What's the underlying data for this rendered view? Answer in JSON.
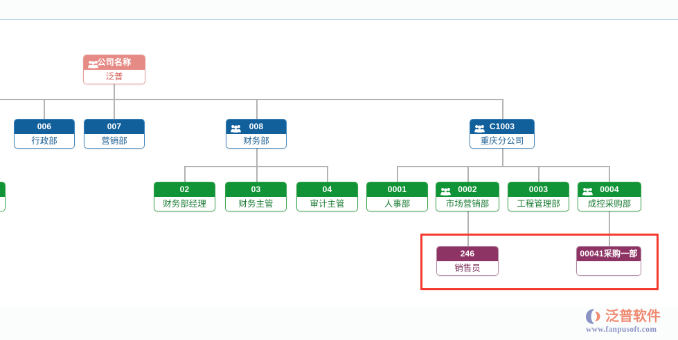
{
  "page": {
    "background_color": "#ffffff",
    "divider_color": "#a8cde4",
    "connector_color": "#b3b3b3"
  },
  "colors": {
    "root_header": "#e58a84",
    "root_border": "#e79a96",
    "dept_header": "#11609b",
    "dept_border": "#3f86bd",
    "sub_header": "#119437",
    "sub_border": "#36a34a",
    "leaf_header": "#8e3465",
    "leaf_border": "#b38aa5",
    "selection": "#f4392f"
  },
  "chart_data": {
    "type": "org-tree",
    "title": "",
    "nodes": [
      {
        "id": "root",
        "code": "公司名称",
        "name": "泛普",
        "level": 0,
        "variant": "red",
        "icon": "people-group-icon",
        "has_icon": true
      },
      {
        "id": "006",
        "code": "006",
        "name": "行政部",
        "level": 1,
        "variant": "blue",
        "icon": "",
        "has_icon": false
      },
      {
        "id": "007",
        "code": "007",
        "name": "营销部",
        "level": 1,
        "variant": "blue",
        "icon": "",
        "has_icon": false
      },
      {
        "id": "008",
        "code": "008",
        "name": "财务部",
        "level": 1,
        "variant": "blue",
        "icon": "people-group-icon",
        "has_icon": true
      },
      {
        "id": "C1003",
        "code": "C1003",
        "name": "重庆分公司",
        "level": 1,
        "variant": "blue",
        "icon": "people-group-icon",
        "has_icon": true
      },
      {
        "id": "02",
        "code": "02",
        "name": "财务部经理",
        "level": 2,
        "variant": "green",
        "icon": "",
        "has_icon": false
      },
      {
        "id": "03",
        "code": "03",
        "name": "财务主管",
        "level": 2,
        "variant": "green",
        "icon": "",
        "has_icon": false
      },
      {
        "id": "04",
        "code": "04",
        "name": "审计主管",
        "level": 2,
        "variant": "green",
        "icon": "",
        "has_icon": false
      },
      {
        "id": "0001",
        "code": "0001",
        "name": "人事部",
        "level": 2,
        "variant": "green",
        "icon": "",
        "has_icon": false
      },
      {
        "id": "0002",
        "code": "0002",
        "name": "市场营销部",
        "level": 2,
        "variant": "green",
        "icon": "people-group-icon",
        "has_icon": true
      },
      {
        "id": "0003",
        "code": "0003",
        "name": "工程管理部",
        "level": 2,
        "variant": "green",
        "icon": "",
        "has_icon": false
      },
      {
        "id": "0004",
        "code": "0004",
        "name": "成控采购部",
        "level": 2,
        "variant": "green",
        "icon": "people-group-icon",
        "has_icon": true
      },
      {
        "id": "246",
        "code": "246",
        "name": "销售员",
        "level": 3,
        "variant": "purple",
        "icon": "",
        "has_icon": false
      },
      {
        "id": "00041",
        "code": "00041采购一部",
        "name": "",
        "level": 3,
        "variant": "purple",
        "icon": "",
        "has_icon": false
      }
    ],
    "edges": [
      {
        "from": "root",
        "to": "006"
      },
      {
        "from": "root",
        "to": "007"
      },
      {
        "from": "root",
        "to": "008"
      },
      {
        "from": "root",
        "to": "C1003"
      },
      {
        "from": "008",
        "to": "02"
      },
      {
        "from": "008",
        "to": "03"
      },
      {
        "from": "008",
        "to": "04"
      },
      {
        "from": "C1003",
        "to": "0001"
      },
      {
        "from": "C1003",
        "to": "0002"
      },
      {
        "from": "C1003",
        "to": "0003"
      },
      {
        "from": "C1003",
        "to": "0004"
      },
      {
        "from": "0002",
        "to": "246"
      },
      {
        "from": "0004",
        "to": "00041"
      }
    ],
    "selection": {
      "label": "selected-region",
      "contains": [
        "246",
        "00041"
      ]
    }
  },
  "tree": {
    "root": {
      "code": "公司名称",
      "name": "泛普"
    },
    "row1": [
      {
        "code": "006",
        "name": "行政部"
      },
      {
        "code": "007",
        "name": "营销部"
      },
      {
        "code": "008",
        "name": "财务部"
      },
      {
        "code": "C1003",
        "name": "重庆分公司"
      }
    ],
    "row2": [
      {
        "code": "02",
        "name": "财务部经理"
      },
      {
        "code": "03",
        "name": "财务主管"
      },
      {
        "code": "04",
        "name": "审计主管"
      },
      {
        "code": "0001",
        "name": "人事部"
      },
      {
        "code": "0002",
        "name": "市场营销部"
      },
      {
        "code": "0003",
        "name": "工程管理部"
      },
      {
        "code": "0004",
        "name": "成控采购部"
      }
    ],
    "row3": [
      {
        "code": "246",
        "name": "销售员"
      },
      {
        "code": "00041采购一部",
        "name": ""
      }
    ]
  },
  "watermark": {
    "brand": "泛普软件",
    "url": "www.fanpusoft.com"
  }
}
